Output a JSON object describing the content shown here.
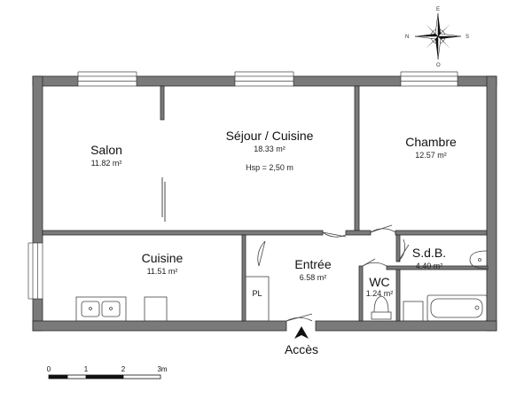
{
  "rooms": {
    "salon": {
      "name": "Salon",
      "area": "11.82 m²"
    },
    "sejour": {
      "name": "Séjour / Cuisine",
      "area": "18.33 m²",
      "hsp": "Hsp =  2,50 m"
    },
    "chambre": {
      "name": "Chambre",
      "area": "12.57 m²"
    },
    "cuisine": {
      "name": "Cuisine",
      "area": "11.51 m²"
    },
    "entree": {
      "name": "Entrée",
      "area": "6.58 m²"
    },
    "sdb": {
      "name": "S.d.B.",
      "area": "4.40 m²"
    },
    "wc": {
      "name": "WC",
      "area": "1.24 m²"
    },
    "pl": {
      "name": "PL"
    }
  },
  "access": {
    "label": "Accès"
  },
  "scale": {
    "ticks": [
      "0",
      "1",
      "2",
      "3m"
    ]
  },
  "compass": {
    "n": "N",
    "s": "S",
    "o": "O",
    "e": "E"
  },
  "colors": {
    "wall": "#7a7a7a",
    "wall_border": "#2b2b2b",
    "line": "#444444"
  }
}
